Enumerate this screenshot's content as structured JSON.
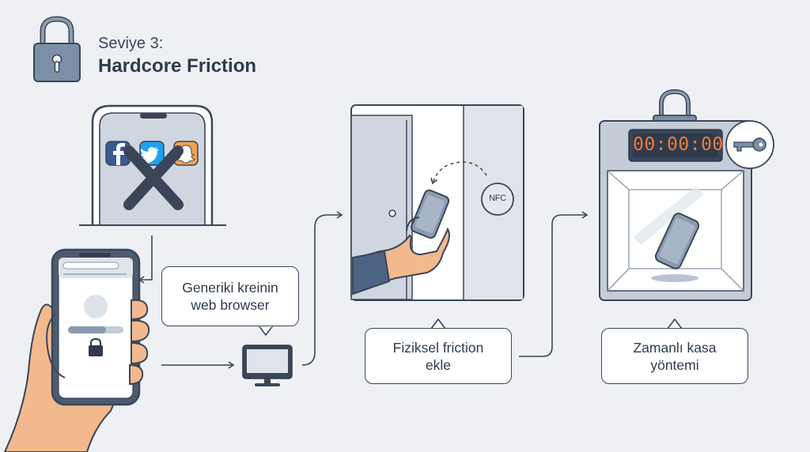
{
  "heading": {
    "level": "Seviye 3:",
    "title": "Hardcore Friction"
  },
  "icons": {
    "level_lock": "padlock-icon",
    "social_apps": [
      "facebook-icon",
      "twitter-icon",
      "snapchat-icon"
    ],
    "block_mark": "cross-icon",
    "monitor": "computer-monitor-icon",
    "key": "key-icon"
  },
  "steps": [
    {
      "label": "Generiki kreinin\nweb browser"
    },
    {
      "label": "Fiziksel friction\nekle"
    },
    {
      "label": "Zamanlı kasa\nyöntemi"
    }
  ],
  "nfc_tag": "NFC",
  "timer": "00:00:00",
  "colors": {
    "background": "#eef0f3",
    "outline": "#3a4658",
    "lock_fill": "#7b8fa6",
    "facebook": "#3b5998",
    "twitter": "#1da1f2",
    "snapchat": "#f2a24a",
    "skin": "#f2b98c",
    "timer_digits": "#f07a3a"
  }
}
